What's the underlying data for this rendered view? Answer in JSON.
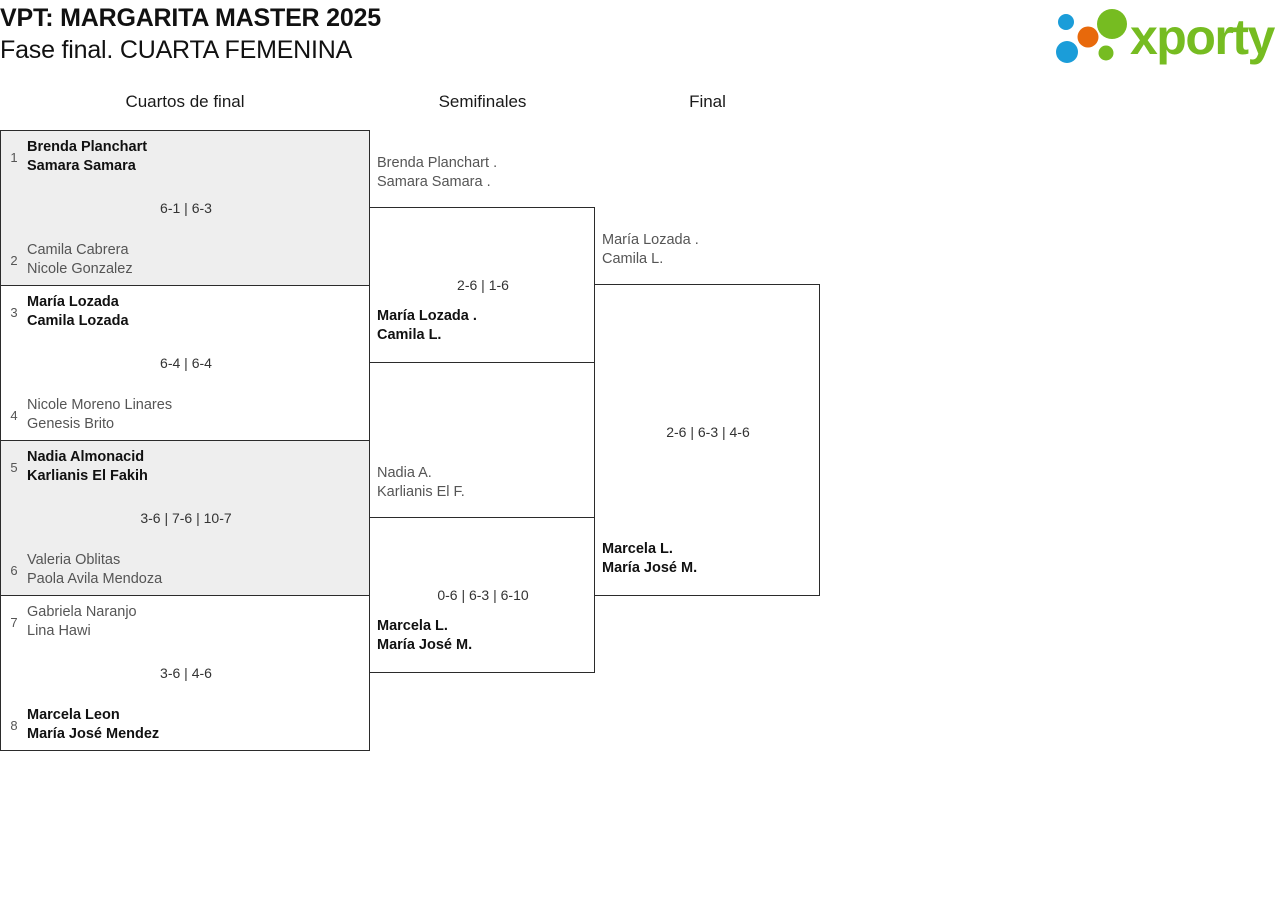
{
  "header": {
    "title_line1": "VPT: MARGARITA MASTER 2025",
    "title_line2": "Fase final. CUARTA FEMENINA",
    "logo": {
      "wordmark": "xporty",
      "green": "#76bc21",
      "blue": "#1b9dd9",
      "orange": "#e8690b"
    }
  },
  "rounds": {
    "quarterfinals_label": "Cuartos de final",
    "semifinals_label": "Semifinales",
    "final_label": "Final"
  },
  "bracket": {
    "quarterfinals": [
      {
        "shaded": true,
        "score": "6-1 | 6-3",
        "top": {
          "seed": "1",
          "result": "winner",
          "player1": "Brenda Planchart",
          "player2": "Samara Samara"
        },
        "bottom": {
          "seed": "2",
          "result": "loser",
          "player1": "Camila Cabrera",
          "player2": "Nicole Gonzalez"
        }
      },
      {
        "shaded": false,
        "score": "6-4 | 6-4",
        "top": {
          "seed": "3",
          "result": "winner",
          "player1": "María Lozada",
          "player2": "Camila Lozada"
        },
        "bottom": {
          "seed": "4",
          "result": "loser",
          "player1": "Nicole Moreno Linares",
          "player2": "Genesis Brito"
        }
      },
      {
        "shaded": true,
        "score": "3-6 | 7-6 | 10-7",
        "top": {
          "seed": "5",
          "result": "winner",
          "player1": "Nadia Almonacid",
          "player2": "Karlianis El Fakih"
        },
        "bottom": {
          "seed": "6",
          "result": "loser",
          "player1": "Valeria Oblitas",
          "player2": "Paola Avila Mendoza"
        }
      },
      {
        "shaded": false,
        "score": "3-6 | 4-6",
        "top": {
          "seed": "7",
          "result": "loser",
          "player1": "Gabriela Naranjo",
          "player2": "Lina Hawi"
        },
        "bottom": {
          "seed": "8",
          "result": "winner",
          "player1": "Marcela Leon",
          "player2": "María José Mendez"
        }
      }
    ],
    "semifinals": [
      {
        "score": "2-6 | 1-6",
        "top": {
          "result": "loser",
          "player1": "Brenda Planchart .",
          "player2": "Samara Samara ."
        },
        "bottom": {
          "result": "winner",
          "player1": "María Lozada .",
          "player2": "Camila L."
        }
      },
      {
        "score": "0-6 | 6-3 | 6-10",
        "top": {
          "result": "loser",
          "player1": "Nadia A.",
          "player2": "Karlianis El F."
        },
        "bottom": {
          "result": "winner",
          "player1": "Marcela L.",
          "player2": "María José M."
        }
      }
    ],
    "final": {
      "score": "2-6 | 6-3 | 4-6",
      "top": {
        "result": "loser",
        "player1": "María Lozada .",
        "player2": "Camila L."
      },
      "bottom": {
        "result": "winner",
        "player1": "Marcela L.",
        "player2": "María José M."
      }
    }
  }
}
